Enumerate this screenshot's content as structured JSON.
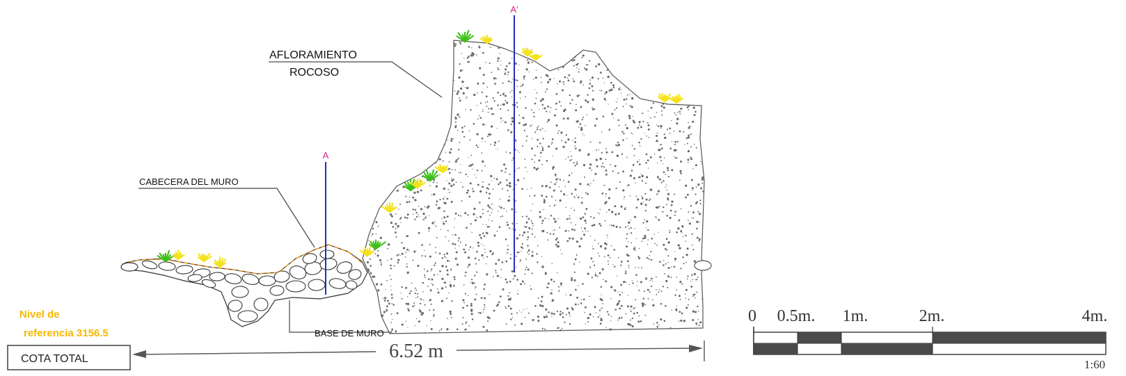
{
  "labels": {
    "afloramiento_line1": "AFLORAMIENTO",
    "afloramiento_line2": "ROCOSO",
    "cabecera": "CABECERA DEL MURO",
    "base": "BASE DE MURO",
    "section_a": "A",
    "section_a_prime": "A'",
    "nivel_line1": "Nivel de",
    "nivel_line2_prefix": "referencia",
    "nivel_value": "3156.5",
    "cota_total": "COTA TOTAL",
    "dimension": "6.52 m"
  },
  "scale_bar": {
    "tick_labels": [
      "0",
      "0.5m.",
      "1m.",
      "2m.",
      "4m."
    ],
    "ratio": "1:60"
  },
  "colors": {
    "section_line": "#1f2fb8",
    "section_letter": "#e0208c",
    "nivel_text": "#f5b800",
    "vegetation_green": "#3fbf1a",
    "vegetation_yellow": "#f4e31c",
    "contour_orange": "#e8951e",
    "rock_dots": "#6b6b6b",
    "scale_fill": "#4a4a4a"
  }
}
